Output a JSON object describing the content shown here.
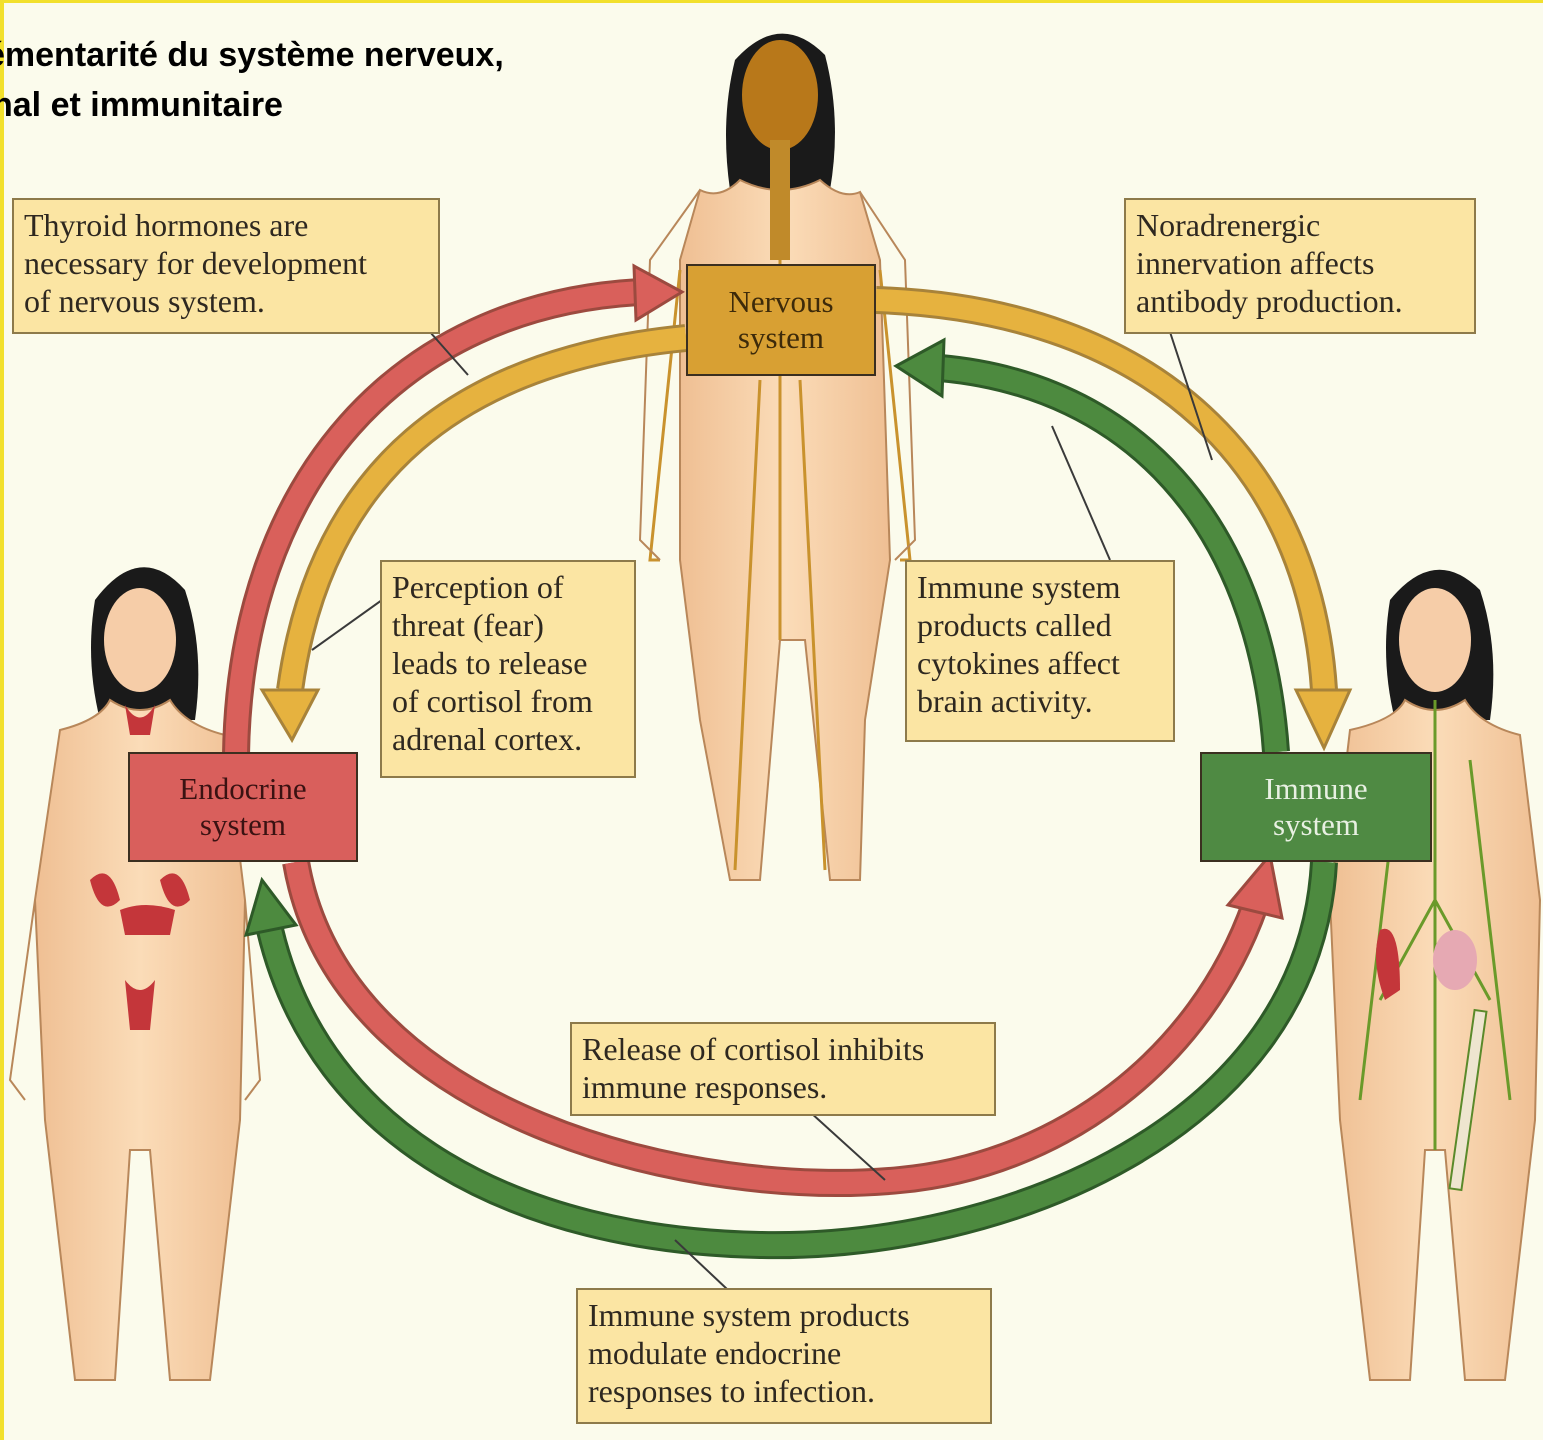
{
  "title": {
    "line1": "émentarité du système nerveux,",
    "line2": "nal et immunitaire"
  },
  "systems": {
    "nervous": "Nervous\nsystem",
    "endocrine": "Endocrine\nsystem",
    "immune": "Immune\nsystem"
  },
  "annotations": {
    "thyroid": "Thyroid hormones are\nnecessary for development\nof nervous system.",
    "noradrenergic": "Noradrenergic\ninnervation affects\nantibody production.",
    "perception": "Perception of\nthreat (fear)\nleads to release\nof cortisol from\nadrenal cortex.",
    "cytokines": "Immune system\nproducts called\ncytokines affect\nbrain activity.",
    "cortisol": "Release of cortisol inhibits\nimmune responses.",
    "modulate": "Immune system products\nmodulate endocrine\nresponses to infection."
  },
  "colors": {
    "endocrine_arrow": "#d9605b",
    "nervous_arrow": "#e6b23f",
    "immune_arrow": "#4d8a3f",
    "box_fill": "#fbe5a3",
    "skin": "#f7cfa6",
    "hair": "#1a1a1a"
  }
}
